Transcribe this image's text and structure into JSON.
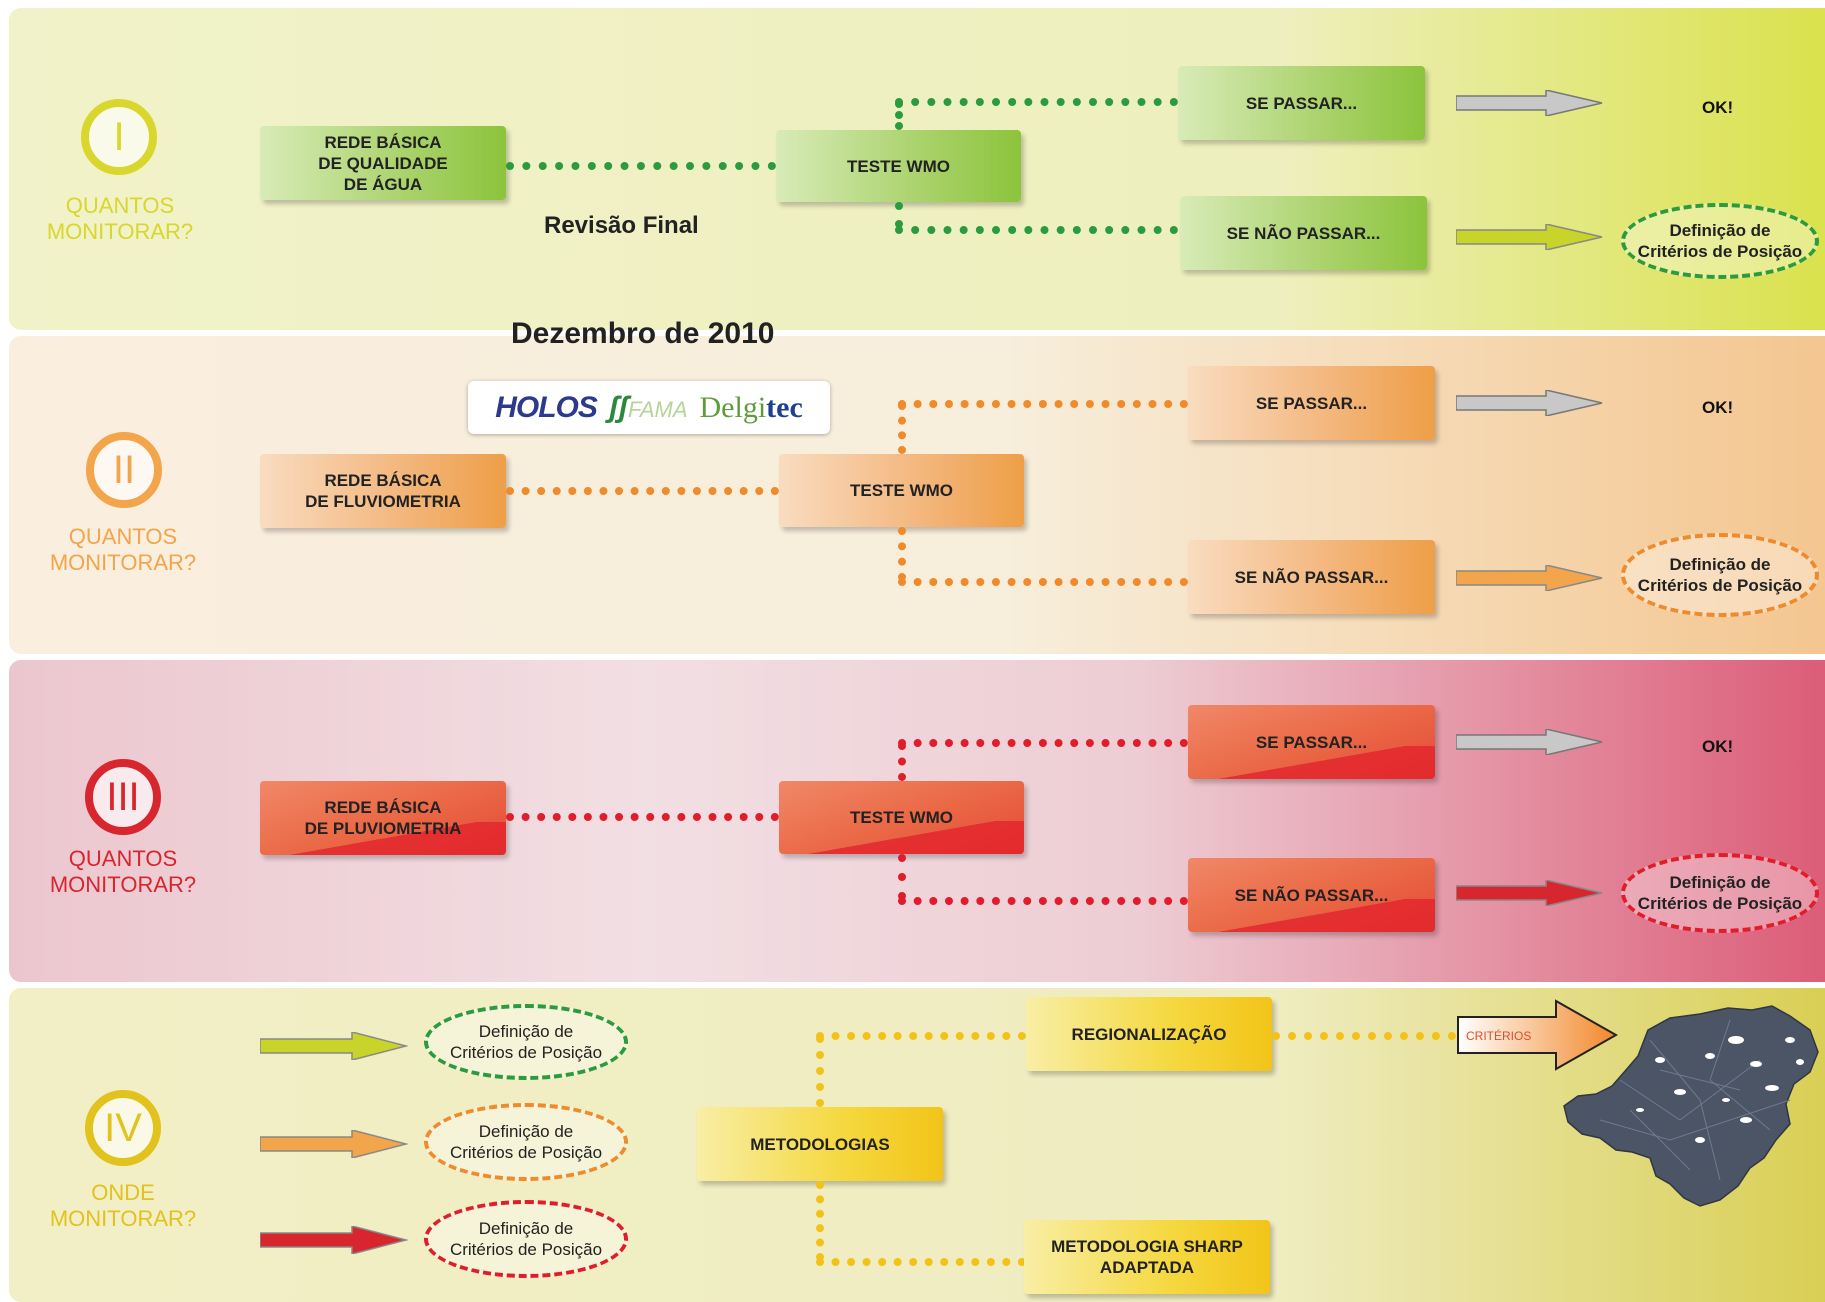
{
  "header": {
    "subtitle": "Revisão Final",
    "date": "Dezembro de 2010"
  },
  "logos": {
    "holos": "HOLOS",
    "fama": "FAMA",
    "delgi": "Delgi",
    "tec": "tec"
  },
  "sections": [
    {
      "roman": "I",
      "question": [
        "QUANTOS",
        "MONITORAR?"
      ],
      "color": "#d9d62e",
      "start": "REDE BÁSICA\nDE QUALIDADE\nDE ÁGUA",
      "test": "TESTE WMO",
      "pass": "SE PASSAR...",
      "fail": "SE NÃO PASSAR...",
      "ok": "OK!",
      "criteria": "Definição de\nCritérios de Posição"
    },
    {
      "roman": "II",
      "question": [
        "QUANTOS",
        "MONITORAR?"
      ],
      "color": "#f2a54a",
      "start": "REDE BÁSICA\nDE FLUVIOMETRIA",
      "test": "TESTE WMO",
      "pass": "SE PASSAR...",
      "fail": "SE NÃO PASSAR...",
      "ok": "OK!",
      "criteria": "Definição de\nCritérios de Posição"
    },
    {
      "roman": "III",
      "question": [
        "QUANTOS",
        "MONITORAR?"
      ],
      "color": "#d7262e",
      "start": "REDE BÁSICA\nDE PLUVIOMETRIA",
      "test": "TESTE WMO",
      "pass": "SE PASSAR...",
      "fail": "SE NÃO PASSAR...",
      "ok": "OK!",
      "criteria": "Definição de\nCritérios de Posição"
    },
    {
      "roman": "IV",
      "question": [
        "ONDE",
        "MONITORAR?"
      ],
      "color": "#e2c21c",
      "criteria_green": "Definição de\nCritérios de Posição",
      "criteria_orange": "Definição de\nCritérios de Posição",
      "criteria_red": "Definição de\nCritérios de Posição",
      "methods": "METODOLOGIAS",
      "regional": "REGIONALIZAÇÃO",
      "sharp": "METODOLOGIA SHARP\nADAPTADA",
      "criterios": "CRITÉRIOS"
    }
  ],
  "colors": {
    "green_line": "#2c9a3e",
    "orange_line": "#f08a2a",
    "red_line": "#e21d2b",
    "yellow_line": "#f3c218",
    "arrow_gray": "#c8c8c8",
    "arrow_yellowgreen": "#c8d42a",
    "arrow_orange": "#f2a54a",
    "arrow_red": "#d7262e"
  }
}
